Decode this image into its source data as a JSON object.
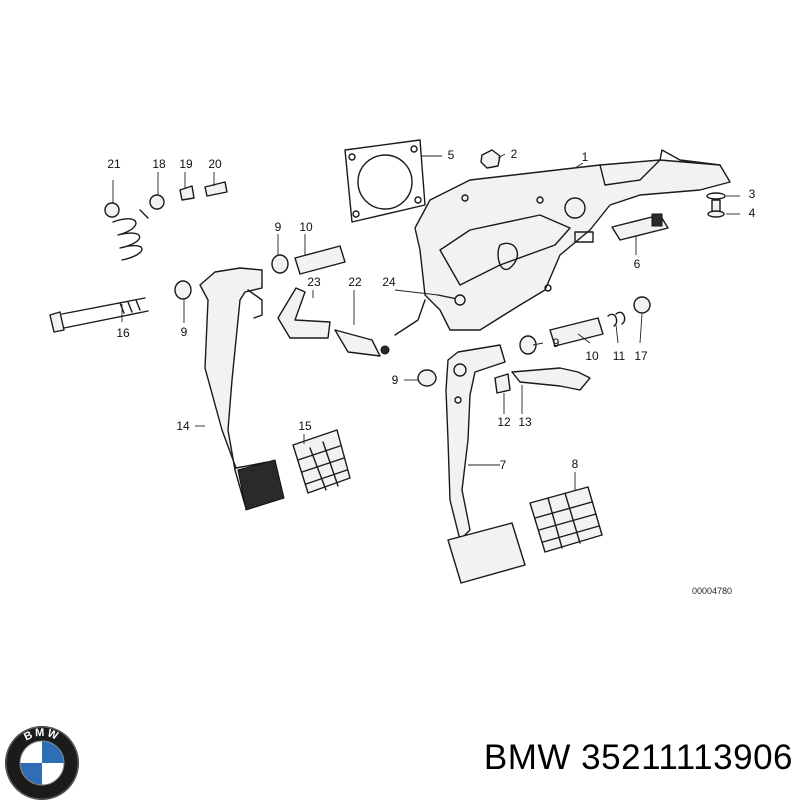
{
  "diagram": {
    "reference_code": "00004780",
    "callouts": [
      {
        "id": "c1",
        "label": "1"
      },
      {
        "id": "c2",
        "label": "2"
      },
      {
        "id": "c3",
        "label": "3"
      },
      {
        "id": "c4",
        "label": "4"
      },
      {
        "id": "c5",
        "label": "5"
      },
      {
        "id": "c6",
        "label": "6"
      },
      {
        "id": "c7",
        "label": "7"
      },
      {
        "id": "c8",
        "label": "8"
      },
      {
        "id": "c9a",
        "label": "9"
      },
      {
        "id": "c9b",
        "label": "9"
      },
      {
        "id": "c9c",
        "label": "9"
      },
      {
        "id": "c9d",
        "label": "9"
      },
      {
        "id": "c10a",
        "label": "10"
      },
      {
        "id": "c10b",
        "label": "10"
      },
      {
        "id": "c11",
        "label": "11"
      },
      {
        "id": "c12",
        "label": "12"
      },
      {
        "id": "c13",
        "label": "13"
      },
      {
        "id": "c14",
        "label": "14"
      },
      {
        "id": "c15",
        "label": "15"
      },
      {
        "id": "c16",
        "label": "16"
      },
      {
        "id": "c17",
        "label": "17"
      },
      {
        "id": "c18",
        "label": "18"
      },
      {
        "id": "c19",
        "label": "19"
      },
      {
        "id": "c20",
        "label": "20"
      },
      {
        "id": "c21",
        "label": "21"
      },
      {
        "id": "c22",
        "label": "22"
      },
      {
        "id": "c23",
        "label": "23"
      },
      {
        "id": "c24",
        "label": "24"
      }
    ]
  },
  "caption": {
    "brand": "BMW",
    "part_number": "35211113906"
  },
  "logo": {
    "letters": "BMW",
    "colors": {
      "ring": "#1b1b1b",
      "blue": "#2f6db5",
      "white": "#ffffff"
    }
  }
}
